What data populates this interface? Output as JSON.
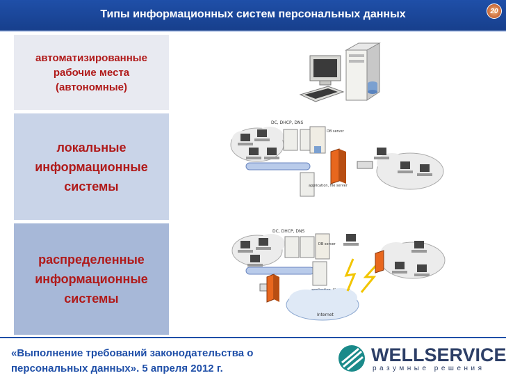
{
  "header": {
    "title": "Типы информационных систем персональных данных",
    "page_number": "20"
  },
  "categories": [
    {
      "lines": [
        "автоматизированные",
        "рабочие места",
        "(автономные)"
      ]
    },
    {
      "lines": [
        "локальные",
        "информационные",
        "системы"
      ]
    },
    {
      "lines": [
        "распределенные",
        "информационные",
        "системы"
      ]
    }
  ],
  "diagrams": {
    "local": {
      "dc_label": "DC, DHCP, DNS",
      "db_label": "DB server",
      "app_label": "application, file server"
    },
    "distributed": {
      "dc_label": "DC, DHCP, DNS",
      "db_label": "DB server",
      "app_label": "application, file server",
      "internet_label": "Internet"
    }
  },
  "footer": {
    "line1": "«Выполнение требований законодательства о",
    "line2": "персональных данных». 5 апреля 2012 г."
  },
  "logo": {
    "word": "WELLSERVICE",
    "tagline": "разумные решения",
    "accent": "#1a8a8a"
  },
  "colors": {
    "header": "#1f4fa8",
    "category_text": "#b01a1a",
    "footer_text": "#1f4fa8"
  }
}
